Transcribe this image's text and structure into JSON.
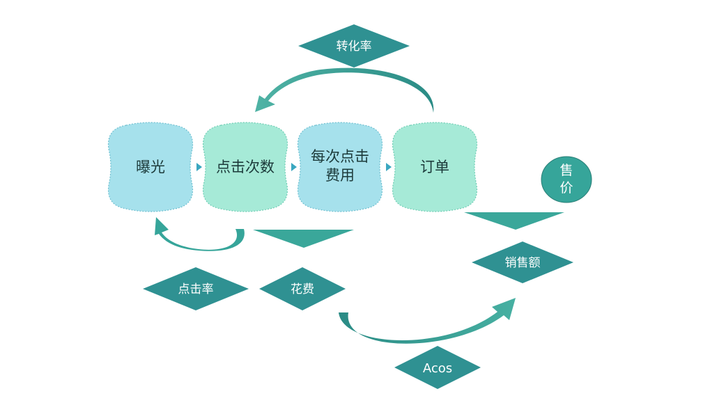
{
  "nodes": {
    "exposure": "曝光",
    "clicks": "点击次数",
    "cpc_line1": "每次点击",
    "cpc_line2": "费用",
    "orders": "订单",
    "price_line1": "售",
    "price_line2": "价"
  },
  "labels": {
    "conversion_rate": "转化率",
    "click_rate": "点击率",
    "spend": "花费",
    "sales": "销售额",
    "acos": "Acos"
  },
  "colors": {
    "blob_blue": "#a6e1ec",
    "blob_green": "#a6ead7",
    "diamond": "#2f9192",
    "arrow": "#3aa79a",
    "circle": "#36a59a",
    "text_dark": "#1c3a3a",
    "text_light": "#ffffff"
  }
}
